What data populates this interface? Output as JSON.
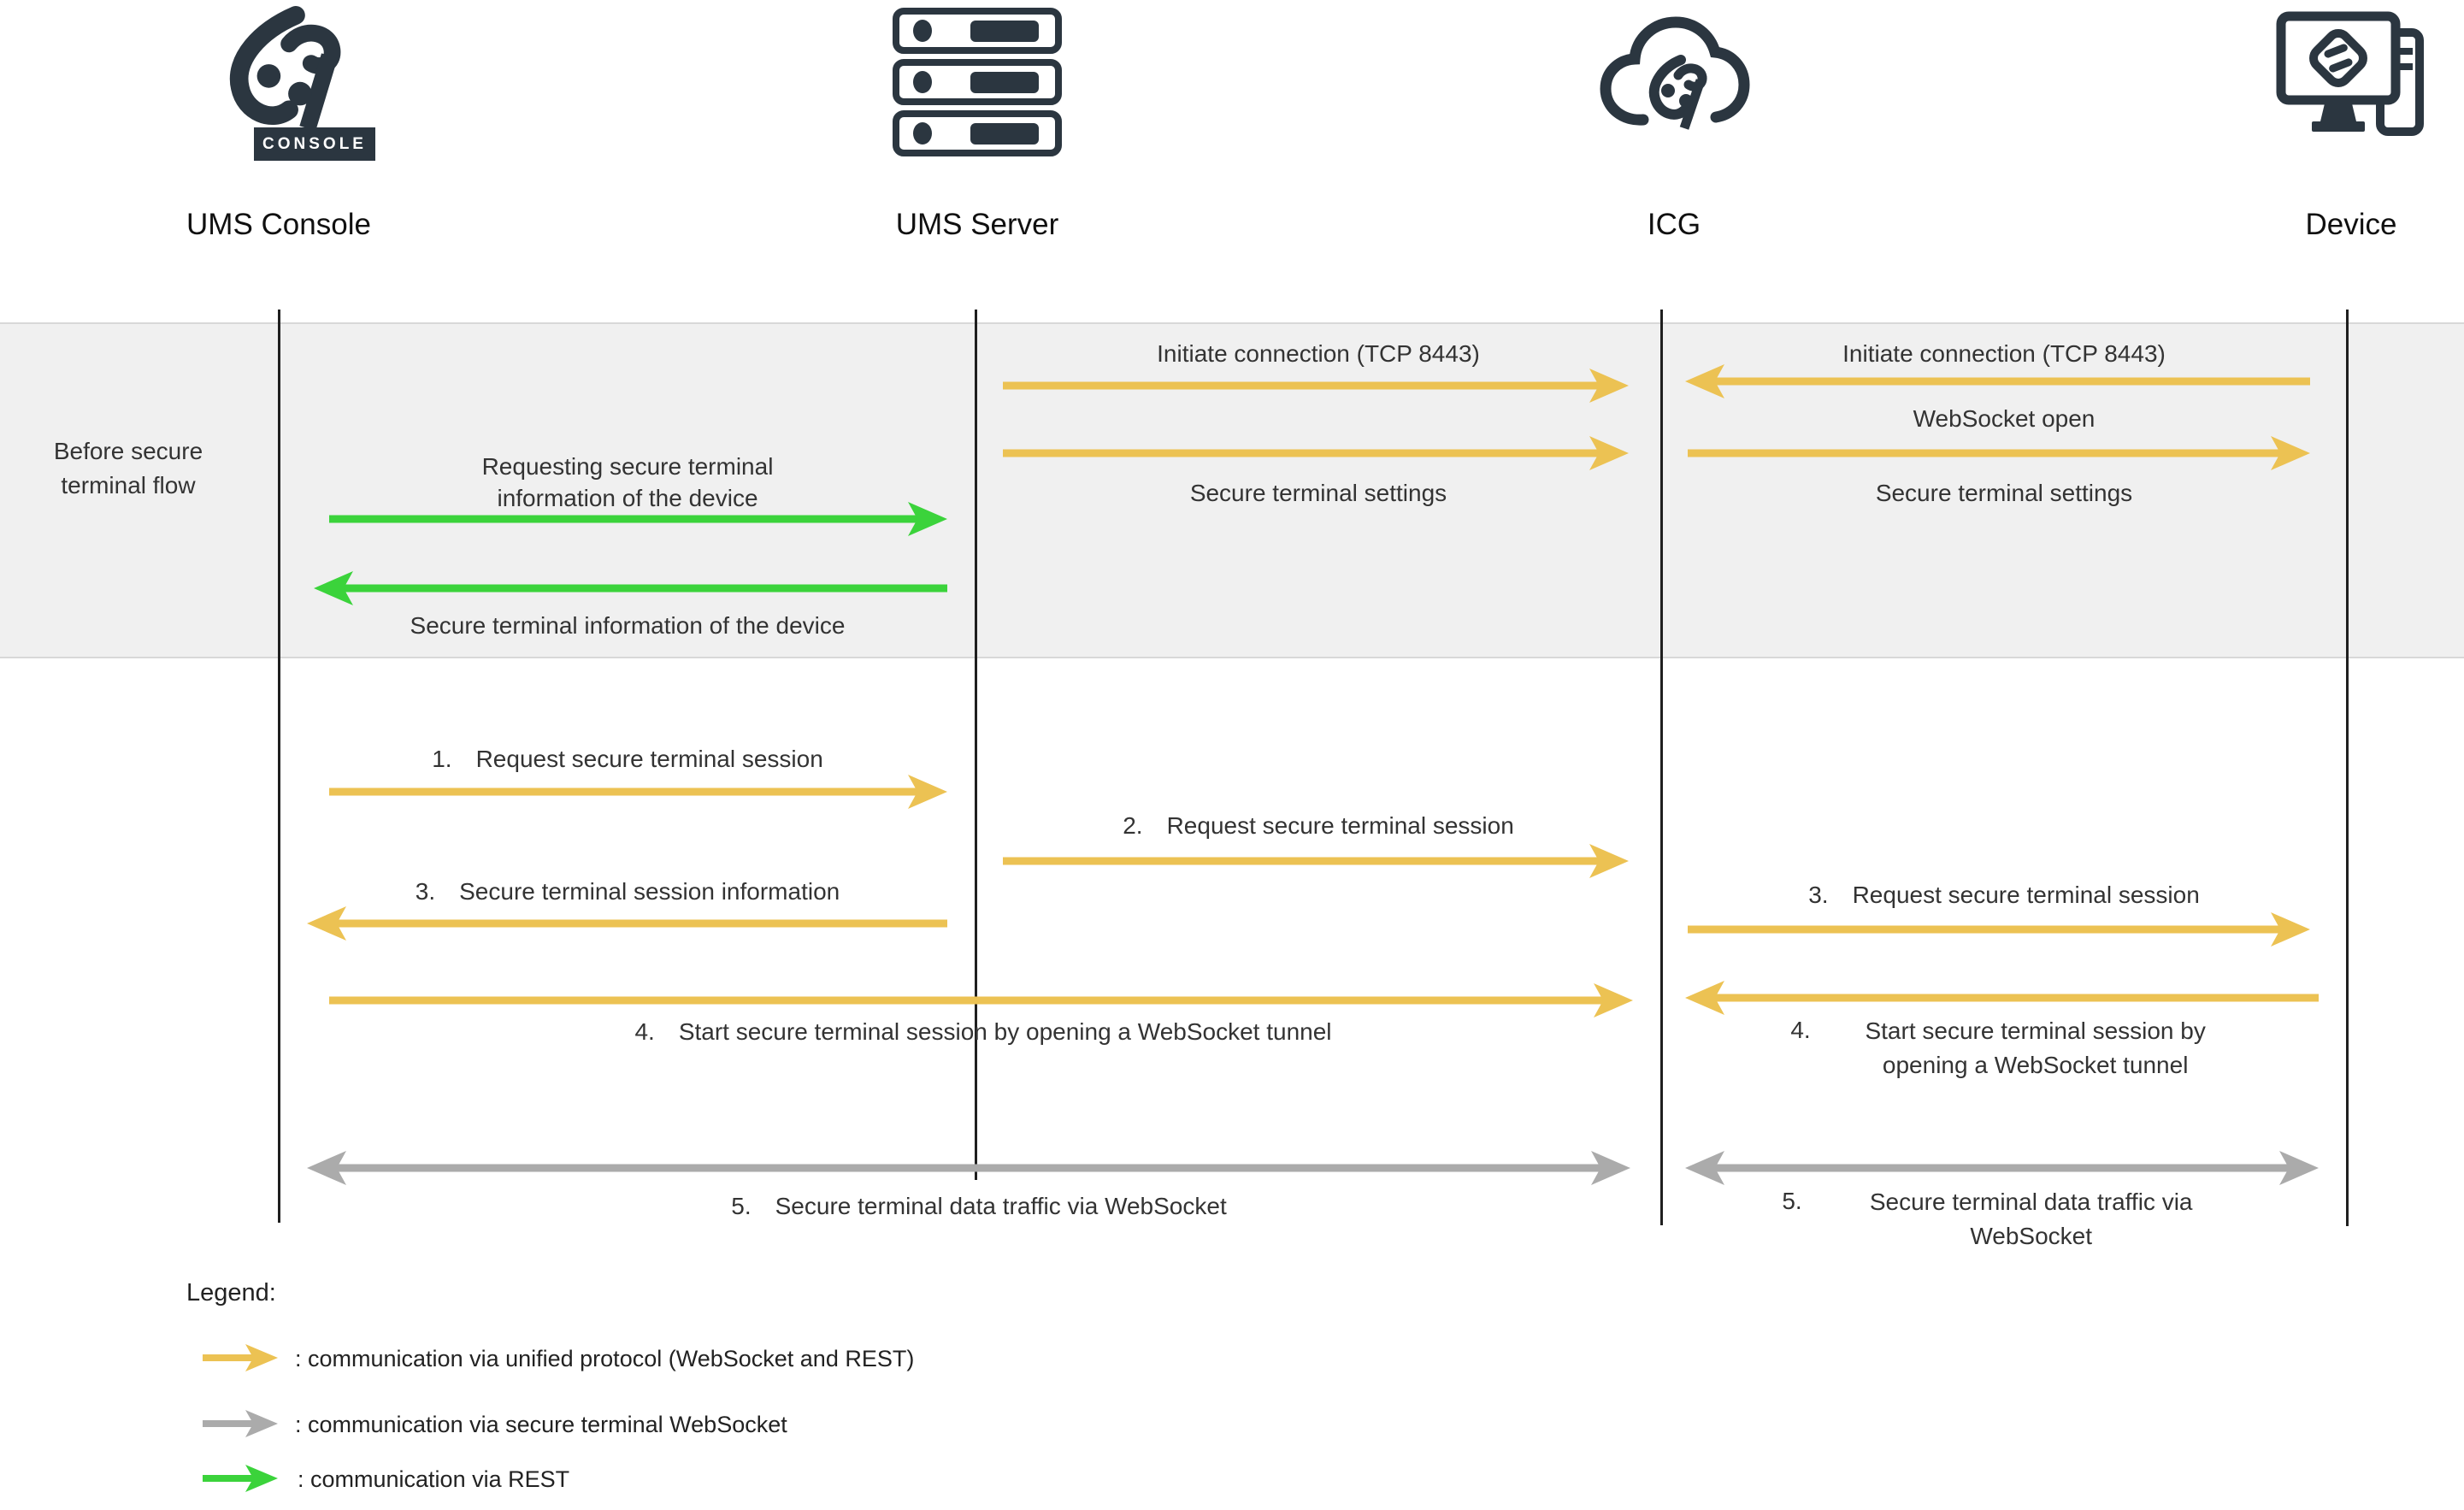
{
  "actors": {
    "console": {
      "label": "UMS Console",
      "badge": "CONSOLE"
    },
    "server": {
      "label": "UMS Server"
    },
    "icg": {
      "label": "ICG"
    },
    "device": {
      "label": "Device"
    }
  },
  "phase": {
    "label": "Before secure terminal flow"
  },
  "messages": {
    "server_icg_init": "Initiate connection (TCP 8443)",
    "server_icg_settings": "Secure terminal settings",
    "device_icg_init": "Initiate connection (TCP 8443)",
    "icg_device_ws_open": "WebSocket open",
    "icg_device_settings": "Secure terminal settings",
    "console_server_request_info": "Requesting secure terminal information of the device",
    "server_console_info": "Secure terminal information of the device",
    "step1": {
      "num": "1.",
      "text": "Request secure terminal session"
    },
    "step2": {
      "num": "2.",
      "text": "Request secure terminal session"
    },
    "step3_console": {
      "num": "3.",
      "text": "Secure terminal session information"
    },
    "step3_device": {
      "num": "3.",
      "text": "Request secure terminal session"
    },
    "step4_tunnel": {
      "num": "4.",
      "text": "Start secure terminal session by opening a WebSocket tunnel"
    },
    "step4_tunnel_right": {
      "num": "4.",
      "text": "Start secure terminal session by opening a WebSocket tunnel"
    },
    "step5_traffic": {
      "num": "5.",
      "text": "Secure terminal data traffic via WebSocket"
    },
    "step5_traffic_right": {
      "num": "5.",
      "text": "Secure terminal data traffic via WebSocket"
    }
  },
  "legend": {
    "title": "Legend:",
    "items": [
      {
        "color_name": "yellow",
        "color": "#ecc253",
        "label": ": communication via unified protocol (WebSocket and REST)"
      },
      {
        "color_name": "gray",
        "color": "#ababab",
        "label": ": communication via secure terminal WebSocket"
      },
      {
        "color_name": "green",
        "color": "#3bd33b",
        "label": ": communication via REST"
      }
    ]
  },
  "colors": {
    "accent_yellow": "#ecc253",
    "accent_green": "#3bd33b",
    "accent_gray": "#ababab",
    "dark_icon": "#2b3640",
    "band_background": "#f0f0f0"
  }
}
